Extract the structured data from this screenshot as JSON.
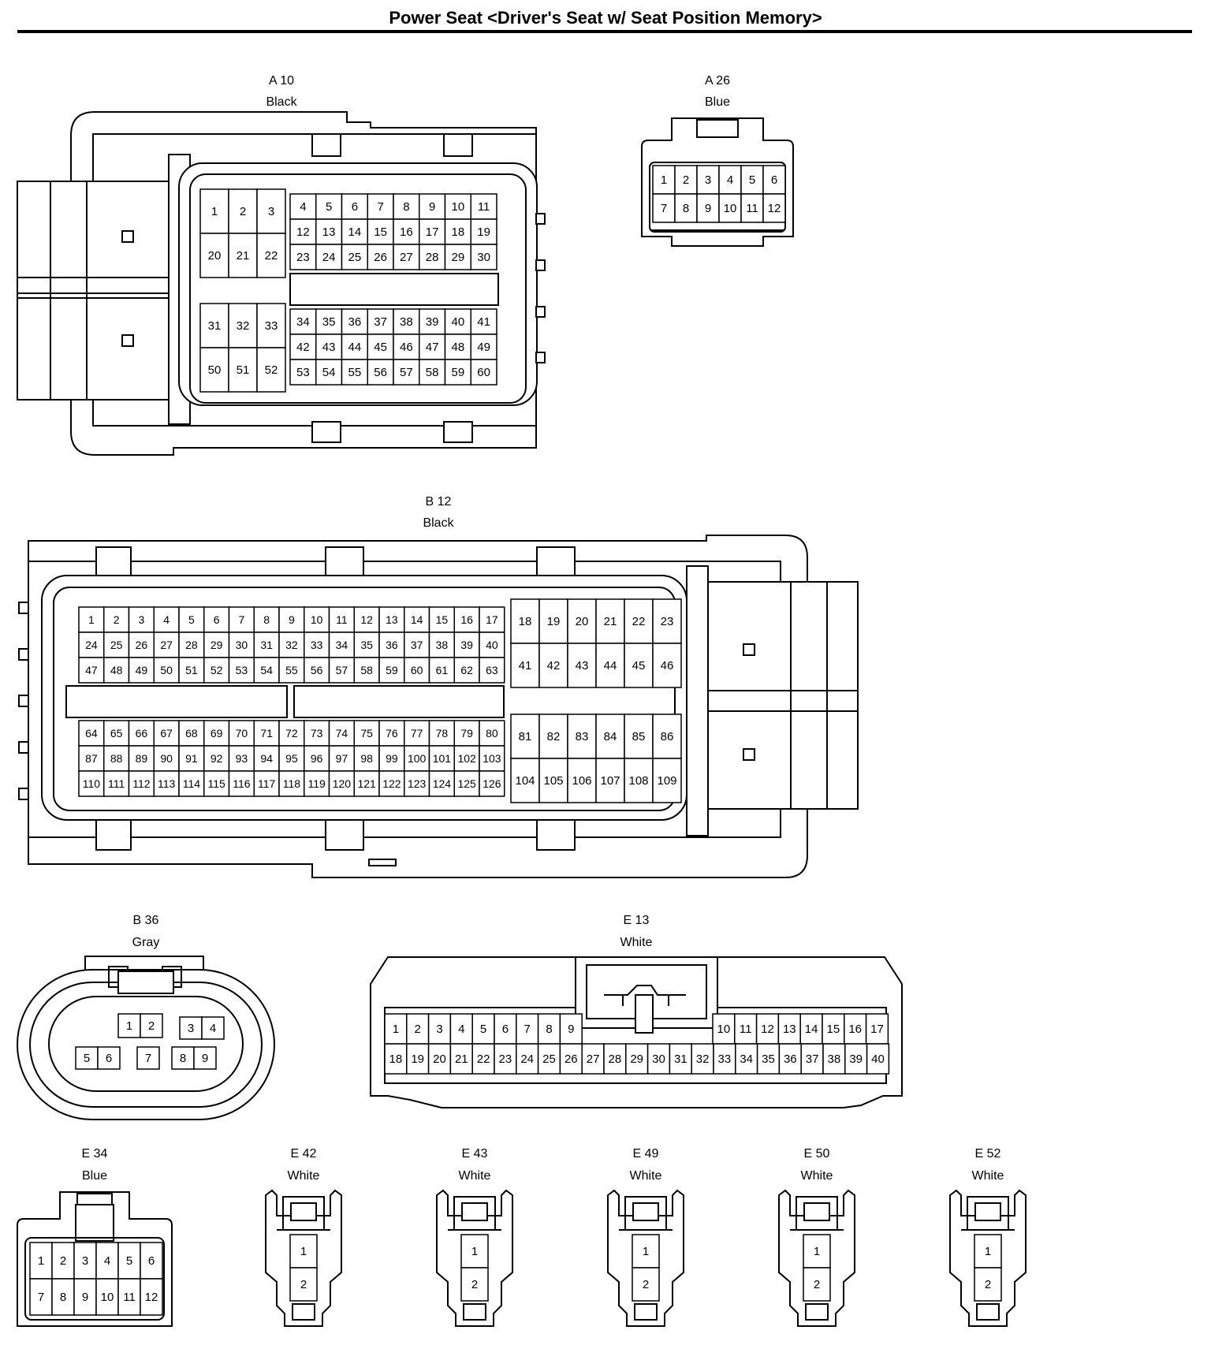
{
  "title": "Power Seat <Driver's Seat w/ Seat Position Memory>",
  "connectors": [
    {
      "id": "a10",
      "name": "A 10",
      "color": "Black",
      "pin_count": 60
    },
    {
      "id": "a26",
      "name": "A 26",
      "color": "Blue",
      "pin_count": 12
    },
    {
      "id": "b12",
      "name": "B 12",
      "color": "Black",
      "pin_count": 126
    },
    {
      "id": "b36",
      "name": "B 36",
      "color": "Gray",
      "pin_count": 9
    },
    {
      "id": "e13",
      "name": "E 13",
      "color": "White",
      "pin_count": 40
    },
    {
      "id": "e34",
      "name": "E 34",
      "color": "Blue",
      "pin_count": 12
    },
    {
      "id": "e42",
      "name": "E 42",
      "color": "White",
      "pin_count": 2
    },
    {
      "id": "e43",
      "name": "E 43",
      "color": "White",
      "pin_count": 2
    },
    {
      "id": "e49",
      "name": "E 49",
      "color": "White",
      "pin_count": 2
    },
    {
      "id": "e50",
      "name": "E 50",
      "color": "White",
      "pin_count": 2
    },
    {
      "id": "e52",
      "name": "E 52",
      "color": "White",
      "pin_count": 2
    }
  ]
}
